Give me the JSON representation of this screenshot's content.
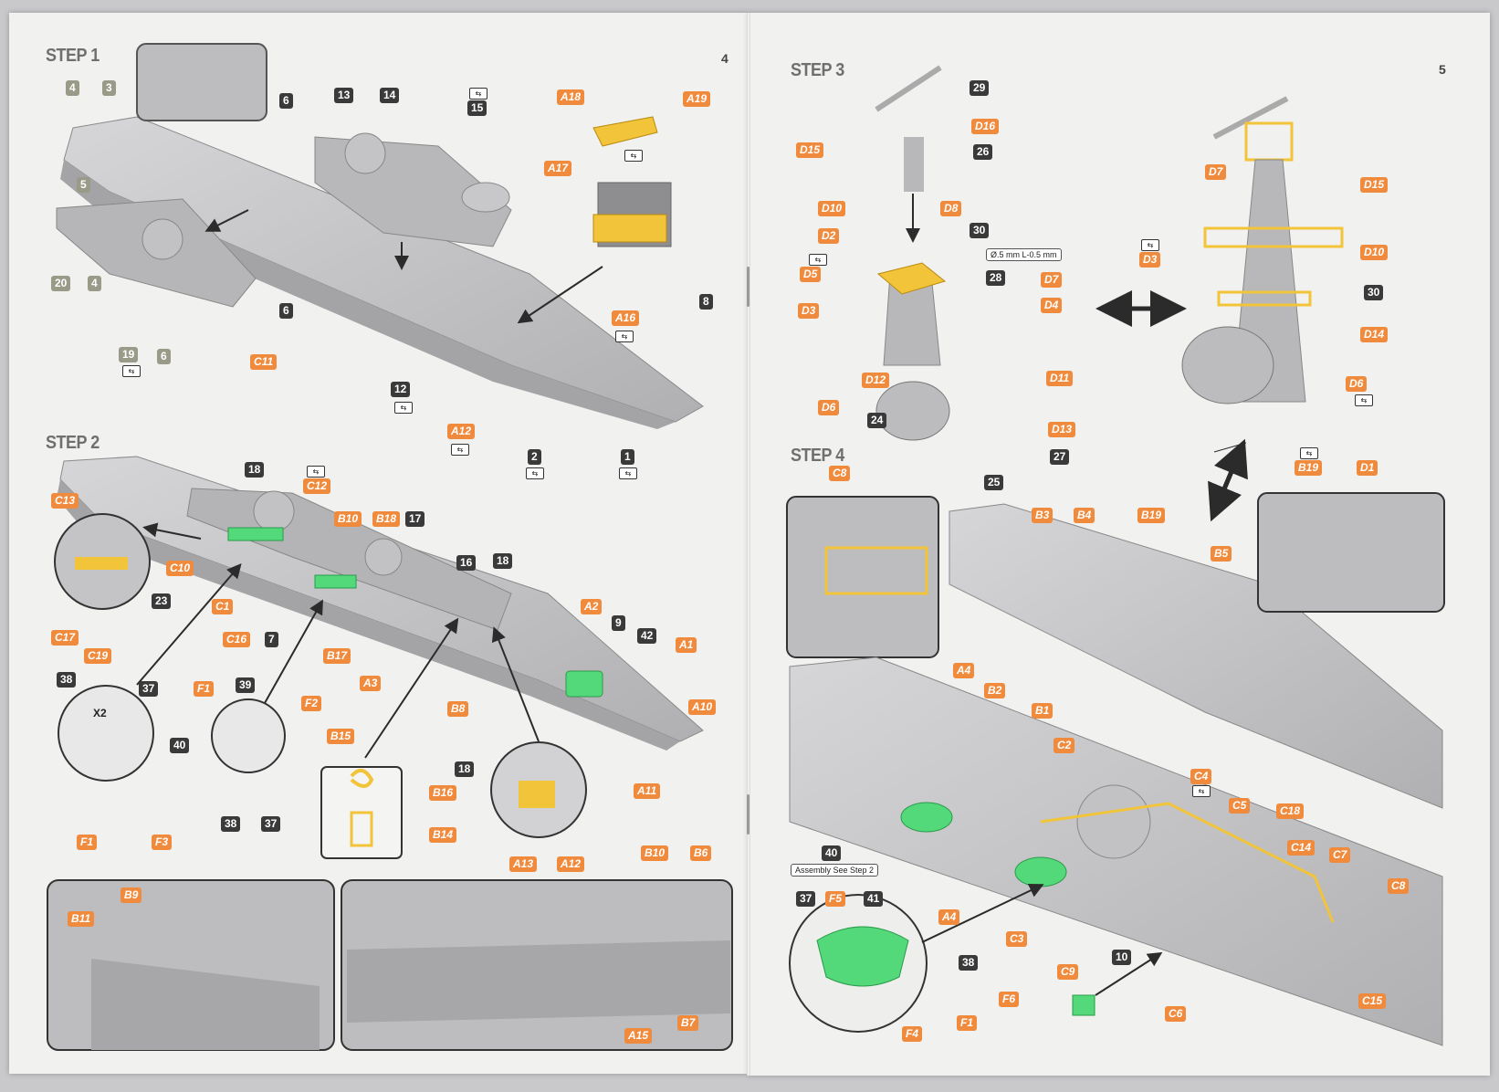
{
  "left_page": {
    "number": "4",
    "step1": {
      "title": "STEP 1"
    },
    "step2": {
      "title": "STEP 2",
      "multiplier": "X2"
    }
  },
  "right_page": {
    "number": "5",
    "step3": {
      "title": "STEP 3",
      "note": "Ø.5 mm L-0.5 mm"
    },
    "step4": {
      "title": "STEP 4",
      "note": "Assembly See Step 2"
    }
  },
  "flip_icon": "flip-arrows-icon",
  "colors": {
    "orange": "#f08a3c",
    "dark": "#3a3a3a",
    "gray": "#9a9a88",
    "hull": "#b9b9bb",
    "photo_etch": "#f2c43a",
    "resin_green": "#53d97a"
  },
  "labels": [
    {
      "id": "s1-4",
      "text": "4",
      "kind": "g",
      "page": "left"
    },
    {
      "id": "s1-3",
      "text": "3",
      "kind": "g",
      "page": "left"
    },
    {
      "id": "s1-5",
      "text": "5",
      "kind": "g",
      "page": "left"
    },
    {
      "id": "s1-20",
      "text": "20",
      "kind": "g",
      "page": "left"
    },
    {
      "id": "s1-4b",
      "text": "4",
      "kind": "g",
      "page": "left"
    },
    {
      "id": "s1-19",
      "text": "19",
      "kind": "g",
      "page": "left"
    },
    {
      "id": "s1-6a",
      "text": "6",
      "kind": "g",
      "page": "left"
    },
    {
      "id": "s1-6b",
      "text": "6",
      "kind": "d",
      "page": "left"
    },
    {
      "id": "s1-6c",
      "text": "6",
      "kind": "d",
      "page": "left"
    },
    {
      "id": "s1-13",
      "text": "13",
      "kind": "d",
      "page": "left"
    },
    {
      "id": "s1-14",
      "text": "14",
      "kind": "d",
      "page": "left"
    },
    {
      "id": "s1-15",
      "text": "15",
      "kind": "d",
      "page": "left"
    },
    {
      "id": "s1-12",
      "text": "12",
      "kind": "d",
      "page": "left"
    },
    {
      "id": "s1-2",
      "text": "2",
      "kind": "d",
      "page": "left"
    },
    {
      "id": "s1-1",
      "text": "1",
      "kind": "d",
      "page": "left"
    },
    {
      "id": "s1-8",
      "text": "8",
      "kind": "d",
      "page": "left"
    },
    {
      "id": "s1-c11",
      "text": "C11",
      "kind": "o",
      "page": "left"
    },
    {
      "id": "s1-a18",
      "text": "A18",
      "kind": "o",
      "page": "left"
    },
    {
      "id": "s1-a19",
      "text": "A19",
      "kind": "o",
      "page": "left"
    },
    {
      "id": "s1-a17",
      "text": "A17",
      "kind": "o",
      "page": "left"
    },
    {
      "id": "s1-a16",
      "text": "A16",
      "kind": "o",
      "page": "left"
    },
    {
      "id": "s1-a12",
      "text": "A12",
      "kind": "o",
      "page": "left"
    },
    {
      "id": "s2-18a",
      "text": "18",
      "kind": "d",
      "page": "left"
    },
    {
      "id": "s2-c12",
      "text": "C12",
      "kind": "o",
      "page": "left"
    },
    {
      "id": "s2-b10",
      "text": "B10",
      "kind": "o",
      "page": "left"
    },
    {
      "id": "s2-b18",
      "text": "B18",
      "kind": "o",
      "page": "left"
    },
    {
      "id": "s2-17",
      "text": "17",
      "kind": "d",
      "page": "left"
    },
    {
      "id": "s2-16",
      "text": "16",
      "kind": "d",
      "page": "left"
    },
    {
      "id": "s2-18b",
      "text": "18",
      "kind": "d",
      "page": "left"
    },
    {
      "id": "s2-c13",
      "text": "C13",
      "kind": "o",
      "page": "left"
    },
    {
      "id": "s2-c10",
      "text": "C10",
      "kind": "o",
      "page": "left"
    },
    {
      "id": "s2-23",
      "text": "23",
      "kind": "d",
      "page": "left"
    },
    {
      "id": "s2-c1",
      "text": "C1",
      "kind": "o",
      "page": "left"
    },
    {
      "id": "s2-c16",
      "text": "C16",
      "kind": "o",
      "page": "left"
    },
    {
      "id": "s2-7",
      "text": "7",
      "kind": "d",
      "page": "left"
    },
    {
      "id": "s2-c17",
      "text": "C17",
      "kind": "o",
      "page": "left"
    },
    {
      "id": "s2-c19",
      "text": "C19",
      "kind": "o",
      "page": "left"
    },
    {
      "id": "s2-b17",
      "text": "B17",
      "kind": "o",
      "page": "left"
    },
    {
      "id": "s2-a3",
      "text": "A3",
      "kind": "o",
      "page": "left"
    },
    {
      "id": "s2-a2",
      "text": "A2",
      "kind": "o",
      "page": "left"
    },
    {
      "id": "s2-9",
      "text": "9",
      "kind": "d",
      "page": "left"
    },
    {
      "id": "s2-42",
      "text": "42",
      "kind": "d",
      "page": "left"
    },
    {
      "id": "s2-a1",
      "text": "A1",
      "kind": "o",
      "page": "left"
    },
    {
      "id": "s2-a10",
      "text": "A10",
      "kind": "o",
      "page": "left"
    },
    {
      "id": "s2-b8",
      "text": "B8",
      "kind": "o",
      "page": "left"
    },
    {
      "id": "s2-38a",
      "text": "38",
      "kind": "d",
      "page": "left"
    },
    {
      "id": "s2-37a",
      "text": "37",
      "kind": "d",
      "page": "left"
    },
    {
      "id": "s2-40",
      "text": "40",
      "kind": "d",
      "page": "left"
    },
    {
      "id": "s2-f1a",
      "text": "F1",
      "kind": "o",
      "page": "left"
    },
    {
      "id": "s2-39",
      "text": "39",
      "kind": "d",
      "page": "left"
    },
    {
      "id": "s2-f2",
      "text": "F2",
      "kind": "o",
      "page": "left"
    },
    {
      "id": "s2-b15",
      "text": "B15",
      "kind": "o",
      "page": "left"
    },
    {
      "id": "s2-b16",
      "text": "B16",
      "kind": "o",
      "page": "left"
    },
    {
      "id": "s2-b14",
      "text": "B14",
      "kind": "o",
      "page": "left"
    },
    {
      "id": "s2-18c",
      "text": "18",
      "kind": "d",
      "page": "left"
    },
    {
      "id": "s2-a13",
      "text": "A13",
      "kind": "o",
      "page": "left"
    },
    {
      "id": "s2-a12",
      "text": "A12",
      "kind": "o",
      "page": "left"
    },
    {
      "id": "s2-a11",
      "text": "A11",
      "kind": "o",
      "page": "left"
    },
    {
      "id": "s2-38b",
      "text": "38",
      "kind": "d",
      "page": "left"
    },
    {
      "id": "s2-37b",
      "text": "37",
      "kind": "d",
      "page": "left"
    },
    {
      "id": "s2-f1b",
      "text": "F1",
      "kind": "o",
      "page": "left"
    },
    {
      "id": "s2-f3",
      "text": "F3",
      "kind": "o",
      "page": "left"
    },
    {
      "id": "s2-b9",
      "text": "B9",
      "kind": "o",
      "page": "left"
    },
    {
      "id": "s2-b11",
      "text": "B11",
      "kind": "o",
      "page": "left"
    },
    {
      "id": "s2-b10b",
      "text": "B10",
      "kind": "o",
      "page": "left"
    },
    {
      "id": "s2-b6",
      "text": "B6",
      "kind": "o",
      "page": "left"
    },
    {
      "id": "s2-b7",
      "text": "B7",
      "kind": "o",
      "page": "left"
    },
    {
      "id": "s2-a15",
      "text": "A15",
      "kind": "o",
      "page": "left"
    },
    {
      "id": "s3-29",
      "text": "29",
      "kind": "d",
      "page": "right"
    },
    {
      "id": "s3-d16",
      "text": "D16",
      "kind": "o",
      "page": "right"
    },
    {
      "id": "s3-d15a",
      "text": "D15",
      "kind": "o",
      "page": "right"
    },
    {
      "id": "s3-26",
      "text": "26",
      "kind": "d",
      "page": "right"
    },
    {
      "id": "s3-d10a",
      "text": "D10",
      "kind": "o",
      "page": "right"
    },
    {
      "id": "s3-d8",
      "text": "D8",
      "kind": "o",
      "page": "right"
    },
    {
      "id": "s3-30a",
      "text": "30",
      "kind": "d",
      "page": "right"
    },
    {
      "id": "s3-d2",
      "text": "D2",
      "kind": "o",
      "page": "right"
    },
    {
      "id": "s3-d5",
      "text": "D5",
      "kind": "o",
      "page": "right"
    },
    {
      "id": "s3-28",
      "text": "28",
      "kind": "d",
      "page": "right"
    },
    {
      "id": "s3-d7a",
      "text": "D7",
      "kind": "o",
      "page": "right"
    },
    {
      "id": "s3-d3a",
      "text": "D3",
      "kind": "o",
      "page": "right"
    },
    {
      "id": "s3-d4",
      "text": "D4",
      "kind": "o",
      "page": "right"
    },
    {
      "id": "s3-d12",
      "text": "D12",
      "kind": "o",
      "page": "right"
    },
    {
      "id": "s3-d11",
      "text": "D11",
      "kind": "o",
      "page": "right"
    },
    {
      "id": "s3-d6a",
      "text": "D6",
      "kind": "o",
      "page": "right"
    },
    {
      "id": "s3-24",
      "text": "24",
      "kind": "d",
      "page": "right"
    },
    {
      "id": "s3-d13",
      "text": "D13",
      "kind": "o",
      "page": "right"
    },
    {
      "id": "s3-27",
      "text": "27",
      "kind": "d",
      "page": "right"
    },
    {
      "id": "s3-25",
      "text": "25",
      "kind": "d",
      "page": "right"
    },
    {
      "id": "s3-d7b",
      "text": "D7",
      "kind": "o",
      "page": "right"
    },
    {
      "id": "s3-d15b",
      "text": "D15",
      "kind": "o",
      "page": "right"
    },
    {
      "id": "s3-d3b",
      "text": "D3",
      "kind": "o",
      "page": "right"
    },
    {
      "id": "s3-d10b",
      "text": "D10",
      "kind": "o",
      "page": "right"
    },
    {
      "id": "s3-30b",
      "text": "30",
      "kind": "d",
      "page": "right"
    },
    {
      "id": "s3-d14",
      "text": "D14",
      "kind": "o",
      "page": "right"
    },
    {
      "id": "s3-d6b",
      "text": "D6",
      "kind": "o",
      "page": "right"
    },
    {
      "id": "s4-c8a",
      "text": "C8",
      "kind": "o",
      "page": "right"
    },
    {
      "id": "s4-b19a",
      "text": "B19",
      "kind": "o",
      "page": "right"
    },
    {
      "id": "s4-d1",
      "text": "D1",
      "kind": "o",
      "page": "right"
    },
    {
      "id": "s4-b3",
      "text": "B3",
      "kind": "o",
      "page": "right"
    },
    {
      "id": "s4-b4",
      "text": "B4",
      "kind": "o",
      "page": "right"
    },
    {
      "id": "s4-b19b",
      "text": "B19",
      "kind": "o",
      "page": "right"
    },
    {
      "id": "s4-b5",
      "text": "B5",
      "kind": "o",
      "page": "right"
    },
    {
      "id": "s4-a4a",
      "text": "A4",
      "kind": "o",
      "page": "right"
    },
    {
      "id": "s4-b2",
      "text": "B2",
      "kind": "o",
      "page": "right"
    },
    {
      "id": "s4-b1",
      "text": "B1",
      "kind": "o",
      "page": "right"
    },
    {
      "id": "s4-c2",
      "text": "C2",
      "kind": "o",
      "page": "right"
    },
    {
      "id": "s4-c4",
      "text": "C4",
      "kind": "o",
      "page": "right"
    },
    {
      "id": "s4-c5",
      "text": "C5",
      "kind": "o",
      "page": "right"
    },
    {
      "id": "s4-c18",
      "text": "C18",
      "kind": "o",
      "page": "right"
    },
    {
      "id": "s4-c14",
      "text": "C14",
      "kind": "o",
      "page": "right"
    },
    {
      "id": "s4-c7",
      "text": "C7",
      "kind": "o",
      "page": "right"
    },
    {
      "id": "s4-c8b",
      "text": "C8",
      "kind": "o",
      "page": "right"
    },
    {
      "id": "s4-40",
      "text": "40",
      "kind": "d",
      "page": "right"
    },
    {
      "id": "s4-37",
      "text": "37",
      "kind": "d",
      "page": "right"
    },
    {
      "id": "s4-f5",
      "text": "F5",
      "kind": "o",
      "page": "right"
    },
    {
      "id": "s4-41",
      "text": "41",
      "kind": "d",
      "page": "right"
    },
    {
      "id": "s4-a4b",
      "text": "A4",
      "kind": "o",
      "page": "right"
    },
    {
      "id": "s4-38",
      "text": "38",
      "kind": "d",
      "page": "right"
    },
    {
      "id": "s4-c3",
      "text": "C3",
      "kind": "o",
      "page": "right"
    },
    {
      "id": "s4-c9",
      "text": "C9",
      "kind": "o",
      "page": "right"
    },
    {
      "id": "s4-10",
      "text": "10",
      "kind": "d",
      "page": "right"
    },
    {
      "id": "s4-f6",
      "text": "F6",
      "kind": "o",
      "page": "right"
    },
    {
      "id": "s4-f1",
      "text": "F1",
      "kind": "o",
      "page": "right"
    },
    {
      "id": "s4-f4",
      "text": "F4",
      "kind": "o",
      "page": "right"
    },
    {
      "id": "s4-c6",
      "text": "C6",
      "kind": "o",
      "page": "right"
    },
    {
      "id": "s4-c15",
      "text": "C15",
      "kind": "o",
      "page": "right"
    }
  ]
}
